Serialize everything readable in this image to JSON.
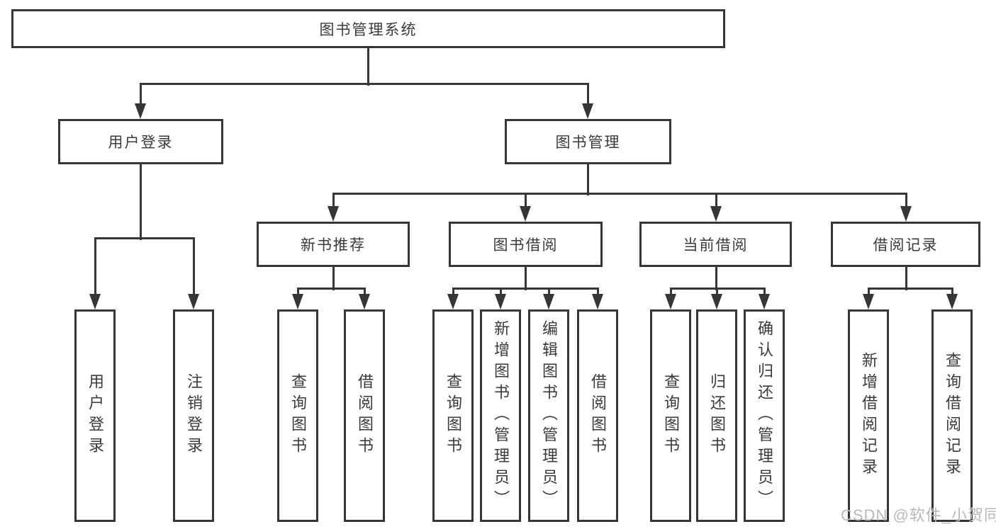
{
  "nodes": {
    "root": "图书管理系统",
    "user_login": "用户登录",
    "book_mgmt": "图书管理",
    "new_book_rec": "新书推荐",
    "book_borrow": "图书借阅",
    "current_borrow": "当前借阅",
    "borrow_record": "借阅记录",
    "leaf_user_login": "用户登录",
    "leaf_logout": "注销登录",
    "leaf_query_book_1": "查询图书",
    "leaf_borrow_book_1": "借阅图书",
    "leaf_query_book_2": "查询图书",
    "leaf_add_book_admin": "新增图书（管理员）",
    "leaf_edit_book_admin": "编辑图书（管理员）",
    "leaf_borrow_book_2": "借阅图书",
    "leaf_query_book_3": "查询图书",
    "leaf_return_book": "归还图书",
    "leaf_confirm_return_admin": "确认归还（管理员）",
    "leaf_add_borrow_record": "新增借阅记录",
    "leaf_query_borrow_record": "查询借阅记录"
  },
  "edges": [
    [
      "root",
      "user_login"
    ],
    [
      "root",
      "book_mgmt"
    ],
    [
      "user_login",
      "leaf_user_login"
    ],
    [
      "user_login",
      "leaf_logout"
    ],
    [
      "book_mgmt",
      "new_book_rec"
    ],
    [
      "book_mgmt",
      "book_borrow"
    ],
    [
      "book_mgmt",
      "current_borrow"
    ],
    [
      "book_mgmt",
      "borrow_record"
    ],
    [
      "new_book_rec",
      "leaf_query_book_1"
    ],
    [
      "new_book_rec",
      "leaf_borrow_book_1"
    ],
    [
      "book_borrow",
      "leaf_query_book_2"
    ],
    [
      "book_borrow",
      "leaf_add_book_admin"
    ],
    [
      "book_borrow",
      "leaf_edit_book_admin"
    ],
    [
      "book_borrow",
      "leaf_borrow_book_2"
    ],
    [
      "current_borrow",
      "leaf_query_book_3"
    ],
    [
      "current_borrow",
      "leaf_return_book"
    ],
    [
      "current_borrow",
      "leaf_confirm_return_admin"
    ],
    [
      "borrow_record",
      "leaf_add_borrow_record"
    ],
    [
      "borrow_record",
      "leaf_query_borrow_record"
    ]
  ],
  "watermark": "CSDN @软件_小贺同学",
  "colors": {
    "line": "#363636",
    "text": "#3a3a3a",
    "box_fill": "#ffffff",
    "watermark": "#b9b9b9",
    "background": "#ffffff"
  }
}
